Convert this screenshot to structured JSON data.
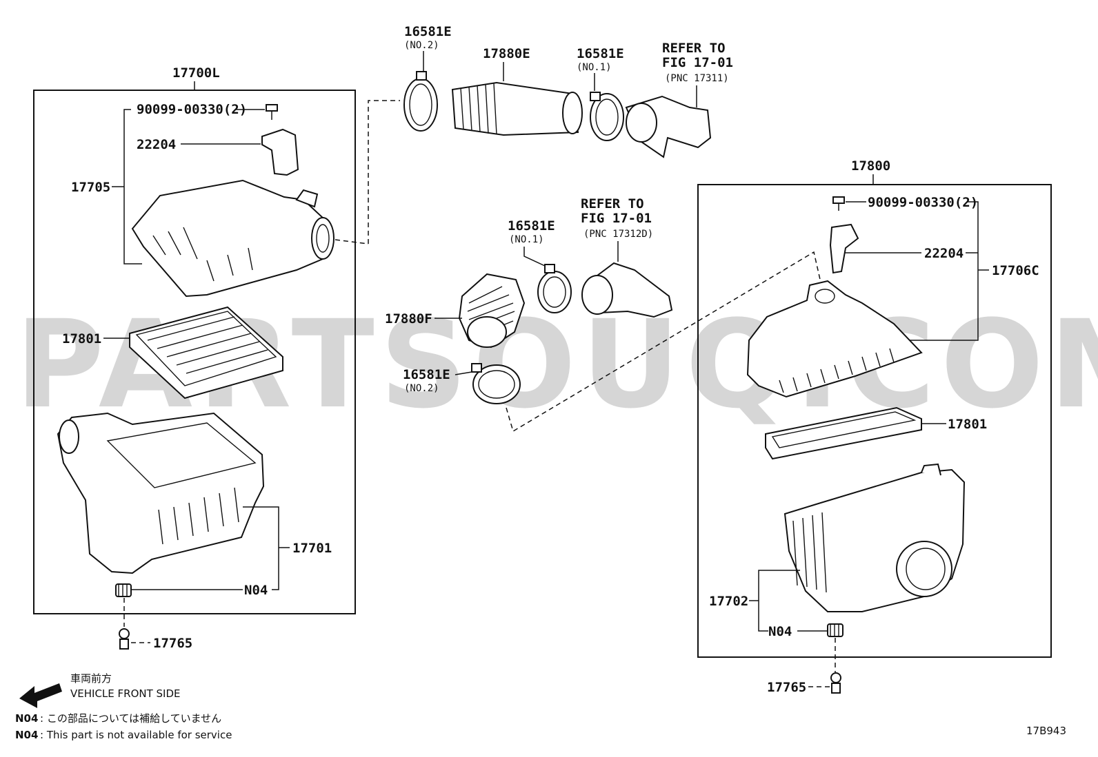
{
  "watermark": "PARTSOUQ.COM",
  "assemblies": {
    "left_title": "17700L",
    "right_title": "17800"
  },
  "labels": {
    "bolt_left": "90099-00330(2)",
    "sensor_left": "22204",
    "cap_left": "17705",
    "filter_left": "17801",
    "case_left": "17701",
    "grommet_left": "N04",
    "mount_left": "17765",
    "clamp_top_no2": "16581E",
    "clamp_top_no2_sub": "(NO.2)",
    "hose_top": "17880E",
    "clamp_top_no1": "16581E",
    "clamp_top_no1_sub": "(NO.1)",
    "refer_top_1": "REFER TO",
    "refer_top_2": "FIG 17-01",
    "refer_top_3": "(PNC 17311)",
    "clamp_mid_no1": "16581E",
    "clamp_mid_no1_sub": "(NO.1)",
    "refer_mid_1": "REFER TO",
    "refer_mid_2": "FIG 17-01",
    "refer_mid_3": "(PNC 17312D)",
    "hose_mid": "17880F",
    "clamp_mid_no2": "16581E",
    "clamp_mid_no2_sub": "(NO.2)",
    "bolt_right": "90099-00330(2)",
    "sensor_right": "22204",
    "cap_right": "17706C",
    "filter_right": "17801",
    "case_right": "17702",
    "grommet_right": "N04",
    "mount_right": "17765"
  },
  "legend": {
    "front_jp": "車両前方",
    "front_en": "VEHICLE FRONT SIDE",
    "note_jp_code": "N04",
    "note_jp": ": この部品については補給していません",
    "note_en_code": "N04",
    "note_en": ": This part is not available for service"
  },
  "figure_id": "17B943"
}
